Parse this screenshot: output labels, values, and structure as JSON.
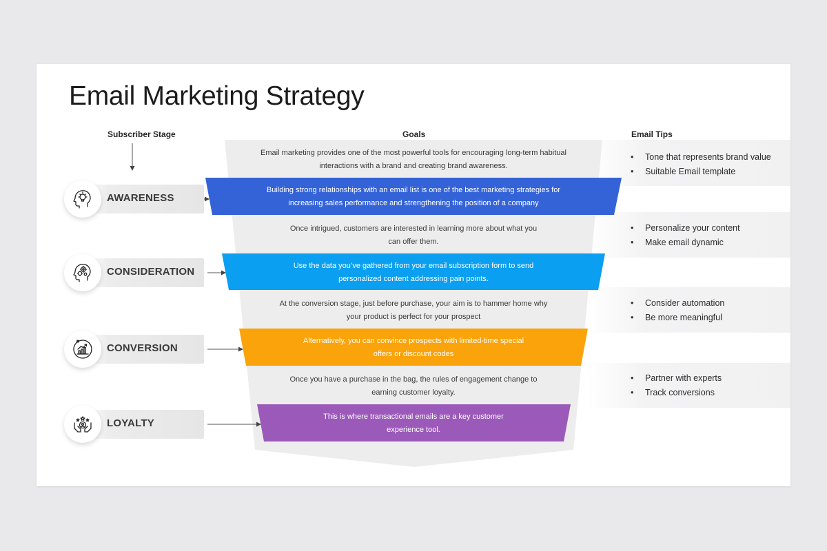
{
  "title": "Email Marketing Strategy",
  "headers": {
    "stage": "Subscriber Stage",
    "goals": "Goals",
    "tips": "Email Tips"
  },
  "colors": {
    "awareness": "#3463d8",
    "consideration": "#0a9ff0",
    "conversion": "#fba30b",
    "loyalty": "#9b59b9",
    "funnel_bg": "#ededee"
  },
  "stages": [
    {
      "label": "AWARENESS",
      "icon": "lightbulb-head-icon",
      "goal_intro": [
        "Email marketing provides one of the most powerful tools for encouraging long-term habitual",
        "interactions with a brand and creating brand awareness."
      ],
      "goal_band": [
        "Building strong relationships with an email list is one of the best marketing strategies for",
        "increasing sales performance and strengthening the position of a company"
      ],
      "tips": [
        "Tone that represents brand value",
        "Suitable Email template"
      ]
    },
    {
      "label": "CONSIDERATION",
      "icon": "gears-head-icon",
      "goal_intro": [
        "Once intrigued, customers are interested in learning more about what you",
        "can offer them."
      ],
      "goal_band": [
        "Use the data you’ve gathered from your email subscription form to send",
        "personalized content addressing pain points."
      ],
      "tips": [
        "Personalize your content",
        "Make email dynamic"
      ]
    },
    {
      "label": "CONVERSION",
      "icon": "growth-chart-icon",
      "goal_intro": [
        "At the conversion stage, just before purchase, your aim is to hammer home why",
        "your product is perfect for your prospect"
      ],
      "goal_band": [
        "Alternatively, you can convince prospects with limited-time special",
        "offers or discount codes"
      ],
      "tips": [
        "Consider automation",
        "Be more meaningful"
      ]
    },
    {
      "label": "LOYALTY",
      "icon": "hands-customer-icon",
      "goal_intro": [
        "Once you have a purchase in the bag, the rules of engagement change to",
        "earning customer loyalty."
      ],
      "goal_band": [
        "This is where transactional emails are a key customer",
        "experience tool."
      ],
      "tips": [
        "Partner with experts",
        "Track conversions"
      ]
    }
  ]
}
